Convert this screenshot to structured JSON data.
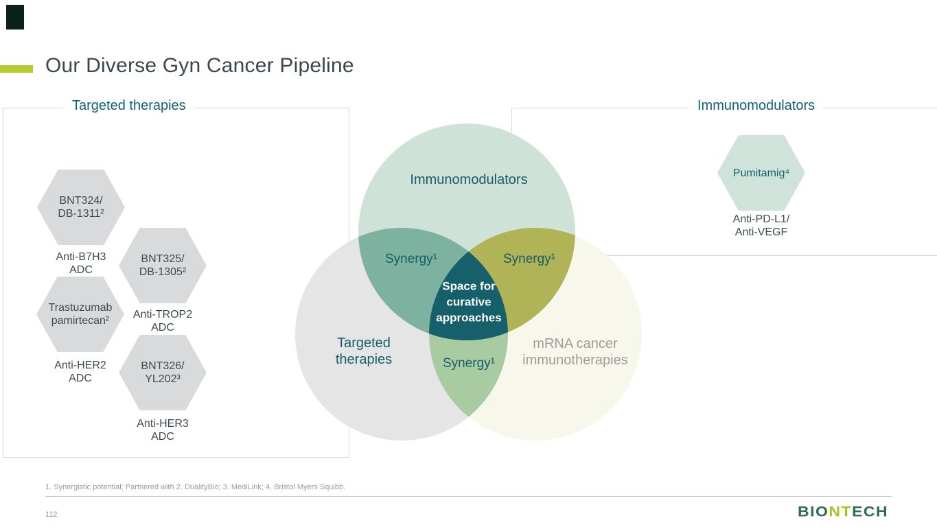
{
  "slide": {
    "title": "Our Diverse Gyn Cancer Pipeline",
    "page_number": "112",
    "footnote": "1. Synergistic potential; Partnered with 2. DualityBio; 3. MediLink; 4. Bristol Myers Squibb.",
    "accent_color": "#b5cb2f",
    "logo": {
      "bio": "BIO",
      "nt": "NT",
      "ech": "ECH",
      "green": "#2e6d55",
      "lime": "#a9c423"
    }
  },
  "left_panel": {
    "title": "Targeted therapies",
    "hex_color": "#d9dadb",
    "hexagons": [
      {
        "line1": "BNT324/",
        "line2": "DB-1311²",
        "target_line1": "Anti-B7H3",
        "target_line2": "ADC"
      },
      {
        "line1": "BNT325/",
        "line2": "DB-1305²",
        "target_line1": "Anti-TROP2",
        "target_line2": "ADC"
      },
      {
        "line1": "Trastuzumab",
        "line2": "pamirtecan²",
        "target_line1": "Anti-HER2",
        "target_line2": "ADC"
      },
      {
        "line1": "BNT326/",
        "line2": "YL202³",
        "target_line1": "Anti-HER3",
        "target_line2": "ADC"
      }
    ]
  },
  "right_panel": {
    "title": "Immunomodulators",
    "hex_color": "#cfe3da",
    "hexagon": {
      "line1": "Pumitamig⁴",
      "target_line1": "Anti-PD-L1/",
      "target_line2": "Anti-VEGF"
    }
  },
  "venn": {
    "top_label": "Immunomodulators",
    "left_label_line1": "Targeted",
    "left_label_line2": "therapies",
    "right_label_line1": "mRNA cancer",
    "right_label_line2": "immunotherapies",
    "synergy_top_left": "Synergy¹",
    "synergy_top_right": "Synergy¹",
    "synergy_bottom": "Synergy¹",
    "center_line1": "Space for",
    "center_line2": "curative",
    "center_line3": "approaches",
    "colors": {
      "top_circle": "#cfe2d8",
      "left_circle": "#e4e5e4",
      "right_circle": "#f7f7eb",
      "overlap_top_left": "#7db2a1",
      "overlap_top_right": "#b1b357",
      "overlap_bottom": "#a9cba2",
      "center": "#15606b"
    }
  }
}
